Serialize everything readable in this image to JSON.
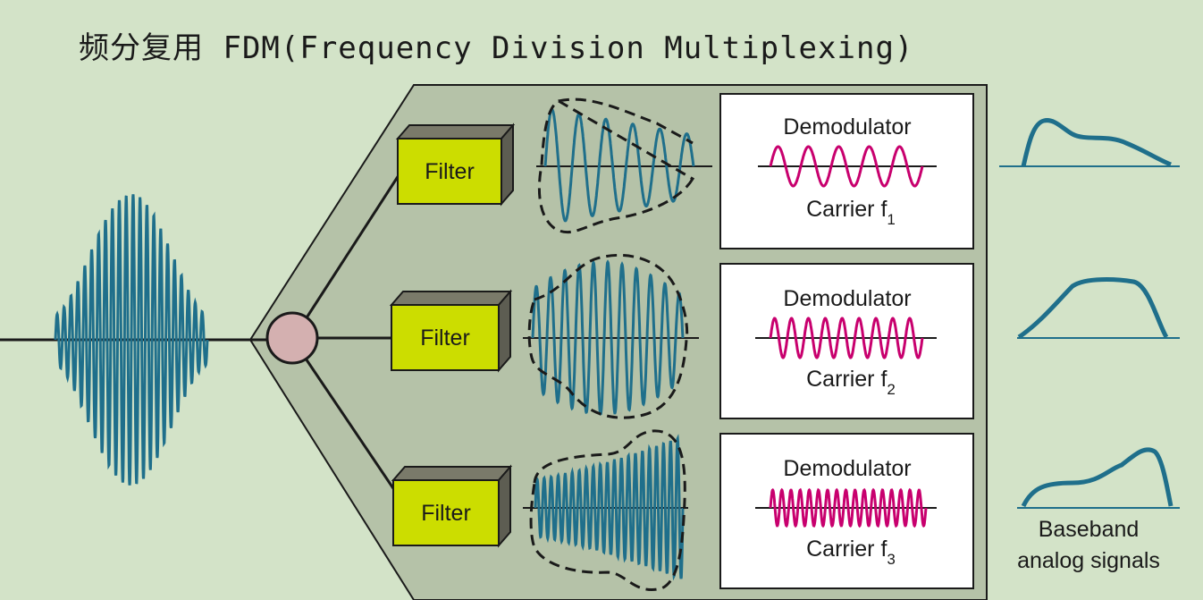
{
  "title": "频分复用 FDM(Frequency Division Multiplexing)",
  "filters": [
    {
      "label": "Filter"
    },
    {
      "label": "Filter"
    },
    {
      "label": "Filter"
    }
  ],
  "demodulators": [
    {
      "label": "Demodulator",
      "carrier": "Carrier f",
      "subscript": "1"
    },
    {
      "label": "Demodulator",
      "carrier": "Carrier f",
      "subscript": "2"
    },
    {
      "label": "Demodulator",
      "carrier": "Carrier f",
      "subscript": "3"
    }
  ],
  "baseband_caption": [
    "Baseband",
    "analog signals"
  ],
  "colors": {
    "background": "#d3e3c8",
    "demux_panel": "#b5c2a8",
    "filter_face": "#ccdd00",
    "signal_wave": "#1f6f8b",
    "carrier_wave": "#c8006e",
    "splitter": "#d4b0b0"
  }
}
